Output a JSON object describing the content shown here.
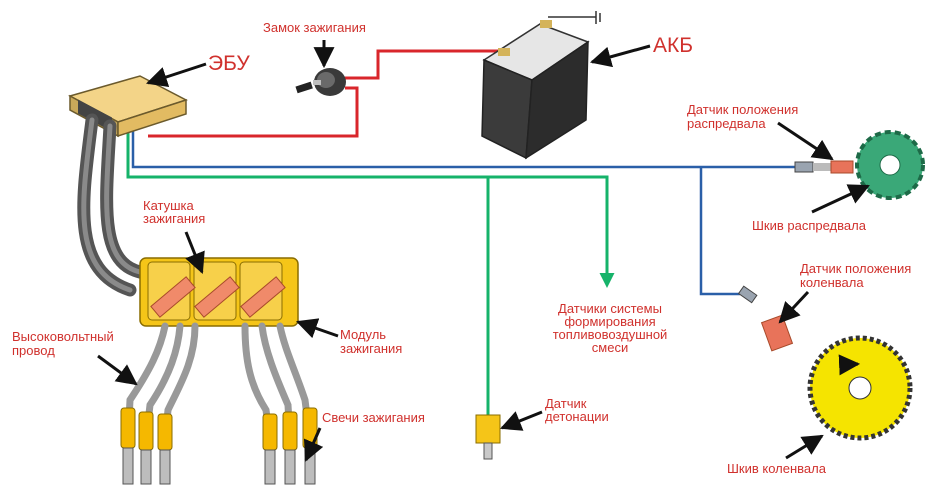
{
  "labels": {
    "ecu": "ЭБУ",
    "ignition_lock": "Замок зажигания",
    "battery": "АКБ",
    "cam_sensor": [
      "Датчик положения",
      "распредвала"
    ],
    "cam_pulley": "Шкив распредвала",
    "coil": [
      "Катушка",
      "зажигания"
    ],
    "mixture_sensors": [
      "Датчики системы",
      "формирования",
      "топливовоздушной",
      "смеси"
    ],
    "crank_sensor": [
      "Датчик положения",
      "коленвала"
    ],
    "ht_wire": [
      "Высоковольтный",
      "провод"
    ],
    "ignition_module": [
      "Модуль",
      "зажигания"
    ],
    "spark_plugs": "Свечи зажигания",
    "knock_sensor": [
      "Датчик",
      "детонации"
    ],
    "crank_pulley": "Шкив коленвала"
  },
  "colors": {
    "label": "#d0312d",
    "power_wire": "#d9262b",
    "signal_wire_blue": "#2a5fa8",
    "signal_wire_green": "#16b36a",
    "ecu_body": "#f0c86e",
    "coil_pack": "#f5c518",
    "coil_strip": "#f08a6a",
    "plug_boot": "#f5b800",
    "pulley": "#f5e400",
    "cam_gear": "#3aa878",
    "sensor": "#e8735a"
  }
}
